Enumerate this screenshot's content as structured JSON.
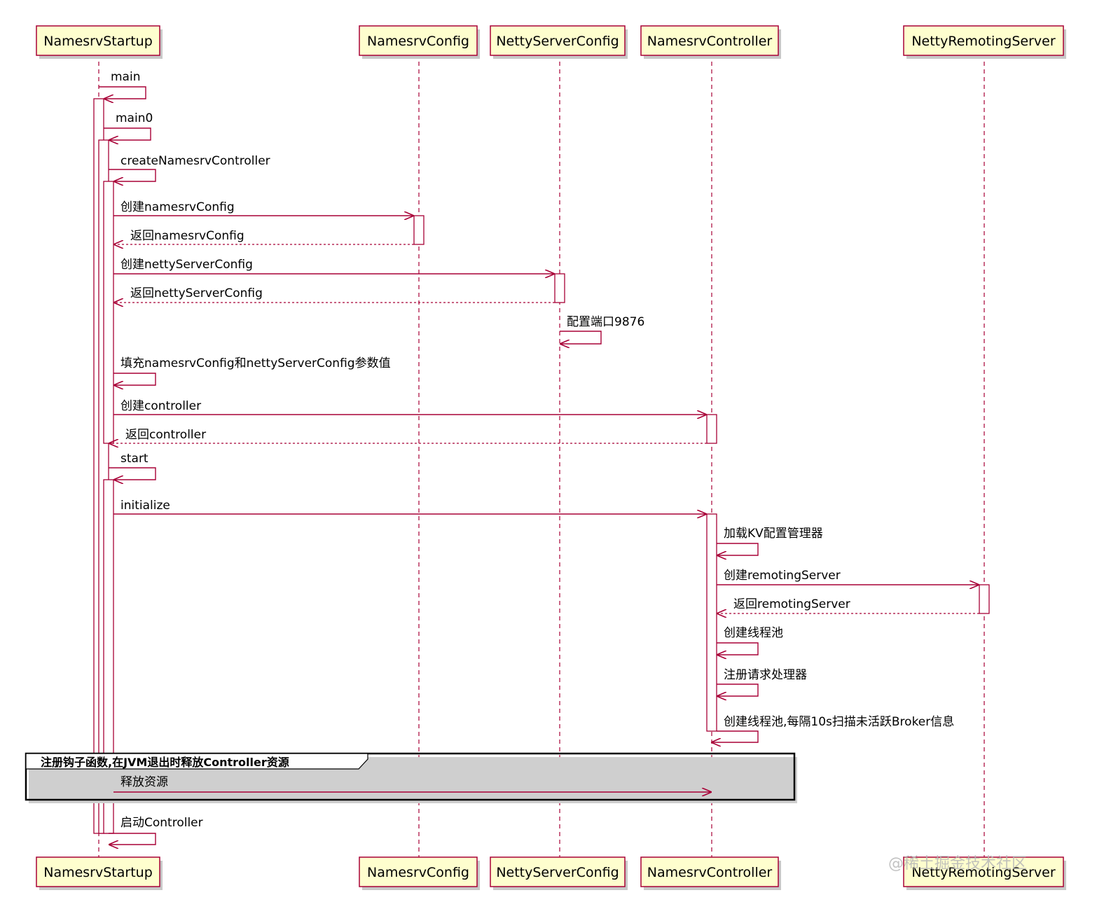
{
  "participants": [
    {
      "id": "startup",
      "name": "NamesrvStartup"
    },
    {
      "id": "config",
      "name": "NamesrvConfig"
    },
    {
      "id": "netty",
      "name": "NettyServerConfig"
    },
    {
      "id": "controller",
      "name": "NamesrvController"
    },
    {
      "id": "remoting",
      "name": "NettyRemotingServer"
    }
  ],
  "messages": {
    "m_main": "main",
    "m_main0": "main0",
    "m_create_ctrl": "createNamesrvController",
    "m_create_ns_cfg": "创建namesrvConfig",
    "m_ret_ns_cfg": "返回namesrvConfig",
    "m_create_netty_cfg": "创建nettyServerConfig",
    "m_ret_netty_cfg": "返回nettyServerConfig",
    "m_port": "配置端口9876",
    "m_fill": "填充namesrvConfig和nettyServerConfig参数值",
    "m_create_controller": "创建controller",
    "m_ret_controller": "返回controller",
    "m_start": "start",
    "m_initialize": "initialize",
    "m_load_kv": "加载KV配置管理器",
    "m_create_remoting": "创建remotingServer",
    "m_ret_remoting": "返回remotingServer",
    "m_create_pool": "创建线程池",
    "m_register": "注册请求处理器",
    "m_scan": "创建线程池,每隔10s扫描未活跃Broker信息",
    "m_release": "释放资源",
    "m_start_ctrl": "启动Controller"
  },
  "group": {
    "label": "注册钩子函数,在JVM退出时释放Controller资源"
  },
  "watermark": "@稀土掘金技术社区",
  "colors": {
    "line": "#A80036",
    "box_fill": "#FEFECE"
  }
}
